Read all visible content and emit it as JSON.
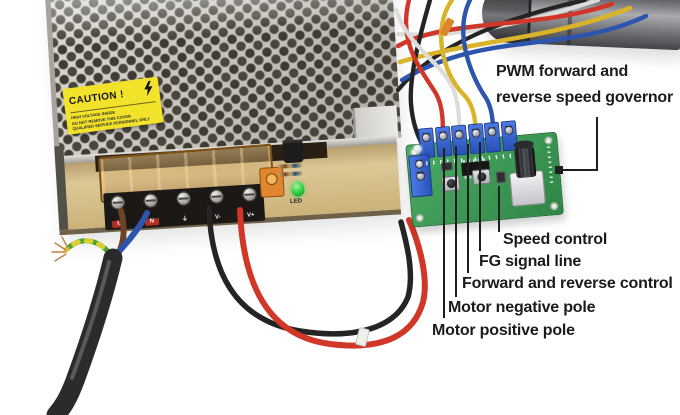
{
  "annotations": {
    "governor_line1": "PWM forward and",
    "governor_line2": "reverse speed governor",
    "speed_control": "Speed control",
    "fg_signal_line": "FG signal line",
    "forward_reverse": "Forward and reverse control",
    "motor_negative": "Motor negative pole",
    "motor_positive": "Motor positive pole"
  },
  "power_supply": {
    "caution_title": "CAUTION !",
    "caution_lines": [
      "HIGH VOLTAGE INSIDE",
      "DO NOT REMOVE THIS COVER",
      "QUALIFIED SERVICE PERSONNEL ONLY"
    ],
    "terminal_labels": [
      "L",
      "N",
      "⏚",
      "V-",
      "V+"
    ],
    "led_label": "LED"
  },
  "colors": {
    "background": "#ffffff",
    "annotation_line": "#1f1f1f",
    "caution_yellow": "#f2e32a",
    "psu_metal": "#c7c4be",
    "psu_pcb": "#dcc897",
    "terminal_cover_orange": "#c98636",
    "board_green": "#3f9d58",
    "terminal_blue": "#2a52b8",
    "wire_red": "#d03728",
    "wire_black": "#242424",
    "wire_yellow": "#d9b32a",
    "wire_blue": "#2e55ad",
    "wire_white": "#dcdcda",
    "wire_brown": "#6d4326",
    "wire_ground_green": "#46a12d",
    "power_led_green": "#35cf46",
    "motor_gray": "#77787b"
  }
}
